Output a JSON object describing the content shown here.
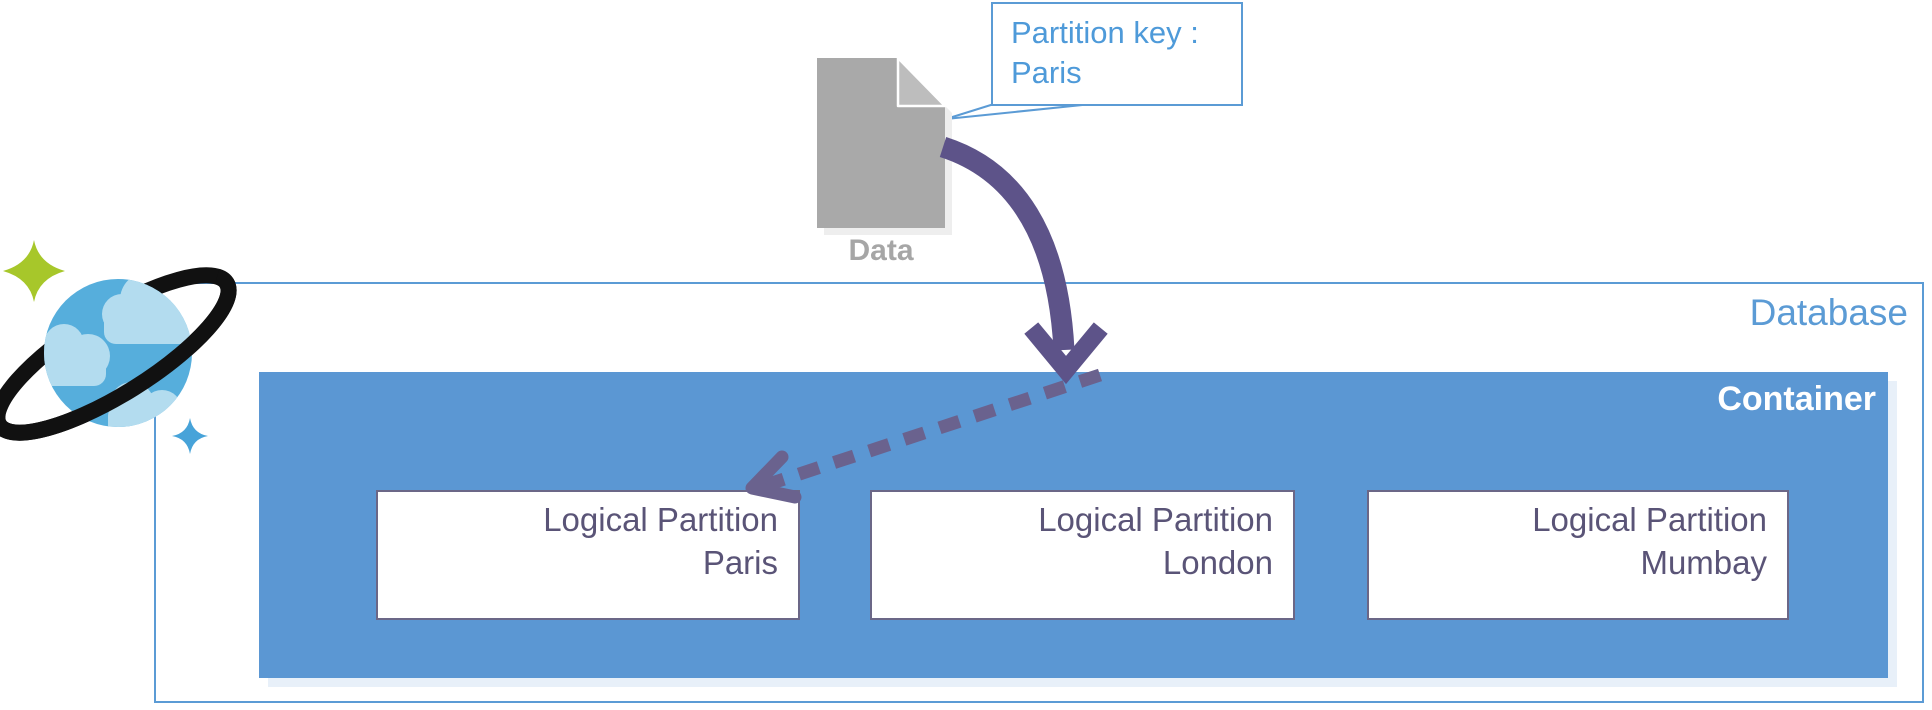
{
  "callout": {
    "line1": "Partition key :",
    "line2": "Paris"
  },
  "data_icon": {
    "label": "Data"
  },
  "database": {
    "label": "Database"
  },
  "container": {
    "label": "Container"
  },
  "partitions": [
    {
      "line1": "Logical Partition",
      "city": "Paris"
    },
    {
      "line1": "Logical Partition",
      "city": "London"
    },
    {
      "line1": "Logical Partition",
      "city": "Mumbay"
    }
  ],
  "colors": {
    "accent_blue": "#5B9BD5",
    "callout_text_blue": "#4E9AD9",
    "container_fill": "#5B97D3",
    "partition_border": "#6B6787",
    "partition_text": "#5A5477",
    "solid_arrow_purple": "#5D5389",
    "dashed_arrow_purple": "#6A628E",
    "data_icon_gray": "#A9A9A9",
    "logo_planet_blue": "#56AEDC",
    "logo_cloud_blue": "#B3DCEF",
    "logo_ring_black": "#111111",
    "logo_sparkle_green": "#A7C72A",
    "logo_sparkle_blue": "#47A3D9"
  }
}
